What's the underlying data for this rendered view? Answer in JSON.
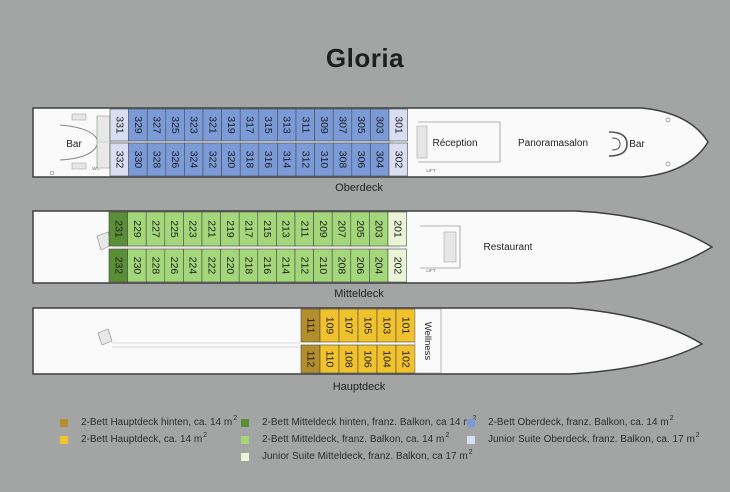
{
  "title": "Gloria",
  "colors": {
    "background": "#a3a5a4",
    "hull": "#fafafa",
    "outline": "#3f3f3f",
    "oberdeck": "#7b9bd8",
    "junior_oberdeck": "#d8dff2",
    "mitteldeck": "#a4d67a",
    "mitteldeck_hinten": "#5a8f35",
    "junior_mitteldeck": "#e9f5d6",
    "hauptdeck": "#f1c22b",
    "hauptdeck_hinten": "#b48e2b"
  },
  "decks": {
    "oberdeck": {
      "label": "Oberdeck",
      "top_row": [
        "331",
        "329",
        "327",
        "325",
        "323",
        "321",
        "319",
        "317",
        "315",
        "313",
        "311",
        "309",
        "307",
        "305",
        "303",
        "301"
      ],
      "bottom_row": [
        "332",
        "330",
        "328",
        "326",
        "324",
        "322",
        "320",
        "318",
        "316",
        "314",
        "312",
        "310",
        "308",
        "306",
        "304",
        "302"
      ],
      "bar_aft": "Bar",
      "reception": "Réception",
      "panorama": "Panoramasalon",
      "bar_fore": "Bar",
      "wc": "WC",
      "lift": "LIFT"
    },
    "mitteldeck": {
      "label": "Mitteldeck",
      "top_row": [
        "231",
        "229",
        "227",
        "225",
        "223",
        "221",
        "219",
        "217",
        "215",
        "213",
        "211",
        "209",
        "207",
        "205",
        "203",
        "201"
      ],
      "bottom_row": [
        "232",
        "230",
        "228",
        "226",
        "224",
        "222",
        "220",
        "218",
        "216",
        "214",
        "212",
        "210",
        "208",
        "206",
        "204",
        "202"
      ],
      "restaurant": "Restaurant",
      "lift": "LIFT"
    },
    "hauptdeck": {
      "label": "Hauptdeck",
      "top_row": [
        "111",
        "109",
        "107",
        "105",
        "103",
        "101"
      ],
      "bottom_row": [
        "112",
        "110",
        "108",
        "106",
        "104",
        "102"
      ],
      "wellness": "Wellness"
    }
  },
  "legend": [
    {
      "text": "2-Bett Hauptdeck hinten, ca. 14 m",
      "sup": "2",
      "color": "#b48e2b"
    },
    {
      "text": "2-Bett Hauptdeck, ca. 14 m",
      "sup": "2",
      "color": "#f1c22b"
    },
    {
      "text": "2-Bett Mitteldeck hinten, franz. Balkon, ca 14 m",
      "sup": "2",
      "color": "#5a8f35"
    },
    {
      "text": "2-Bett Mitteldeck, franz. Balkon, ca. 14 m",
      "sup": "2",
      "color": "#a4d67a"
    },
    {
      "text": "Junior Suite Mitteldeck, franz. Balkon, ca 17 m",
      "sup": "2",
      "color": "#e9f5d6"
    },
    {
      "text": "2-Bett Oberdeck, franz. Balkon, ca. 14 m",
      "sup": "2",
      "color": "#7b9bd8"
    },
    {
      "text": "Junior Suite Oberdeck, franz. Balkon, ca. 17 m",
      "sup": "2",
      "color": "#d8dff2"
    }
  ]
}
